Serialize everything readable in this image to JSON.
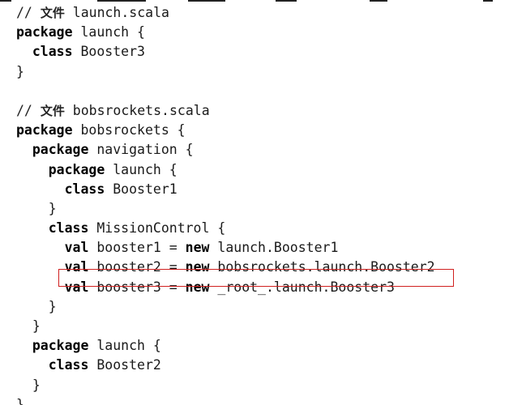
{
  "code": {
    "lines": [
      {
        "indent": "",
        "comment": "// ",
        "cjk": "文件",
        "text": " launch.scala"
      },
      {
        "indent": "",
        "kw": "package",
        "text": " launch {"
      },
      {
        "indent": "  ",
        "kw": "class",
        "text": " Booster3"
      },
      {
        "indent": "",
        "text": "}"
      },
      {
        "indent": "",
        "text": ""
      },
      {
        "indent": "",
        "comment": "// ",
        "cjk": "文件",
        "text": " bobsrockets.scala"
      },
      {
        "indent": "",
        "kw": "package",
        "text": " bobsrockets {"
      },
      {
        "indent": "  ",
        "kw": "package",
        "text": " navigation {"
      },
      {
        "indent": "    ",
        "kw": "package",
        "text": " launch {"
      },
      {
        "indent": "      ",
        "kw": "class",
        "text": " Booster1"
      },
      {
        "indent": "    ",
        "text": "}"
      },
      {
        "indent": "    ",
        "kw": "class",
        "text": " MissionControl {"
      },
      {
        "indent": "      ",
        "kw": "val",
        "text": " booster1 = ",
        "kw2": "new",
        "text2": " launch.Booster1"
      },
      {
        "indent": "      ",
        "kw": "val",
        "text": " booster2 = ",
        "kw2": "new",
        "text2": " bobsrockets.launch.Booster2"
      },
      {
        "indent": "      ",
        "kw": "val",
        "text": " booster3 = ",
        "kw2": "new",
        "text2": " _root_.launch.Booster3"
      },
      {
        "indent": "    ",
        "text": "}"
      },
      {
        "indent": "  ",
        "text": "}"
      },
      {
        "indent": "  ",
        "kw": "package",
        "text": " launch {"
      },
      {
        "indent": "    ",
        "kw": "class",
        "text": " Booster2"
      },
      {
        "indent": "  ",
        "text": "}"
      },
      {
        "indent": "",
        "text": "}"
      }
    ],
    "highlighted_line_index": 14,
    "highlight_color": "#d0201f"
  }
}
